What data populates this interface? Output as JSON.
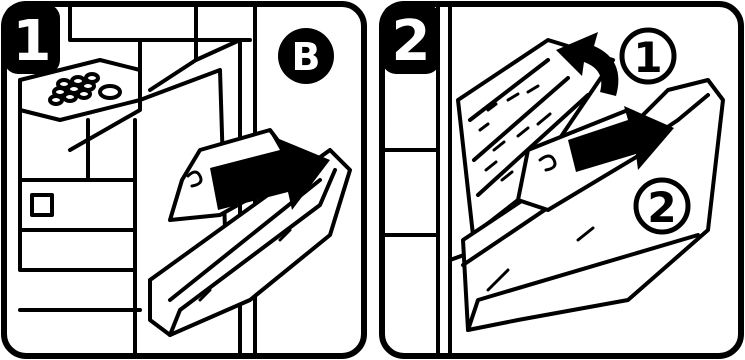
{
  "panels": [
    {
      "step_number": "1",
      "section_badge": "B",
      "illustration": "pull-out-paper-from-side-cover"
    },
    {
      "step_number": "2",
      "callouts": [
        "1",
        "2"
      ],
      "illustration": "lift-guide-and-remove-paper"
    }
  ],
  "icons": [
    "arrow-icon",
    "paper-icon",
    "printer-icon"
  ],
  "colors": {
    "ink": "#000000",
    "paper": "#ffffff"
  }
}
